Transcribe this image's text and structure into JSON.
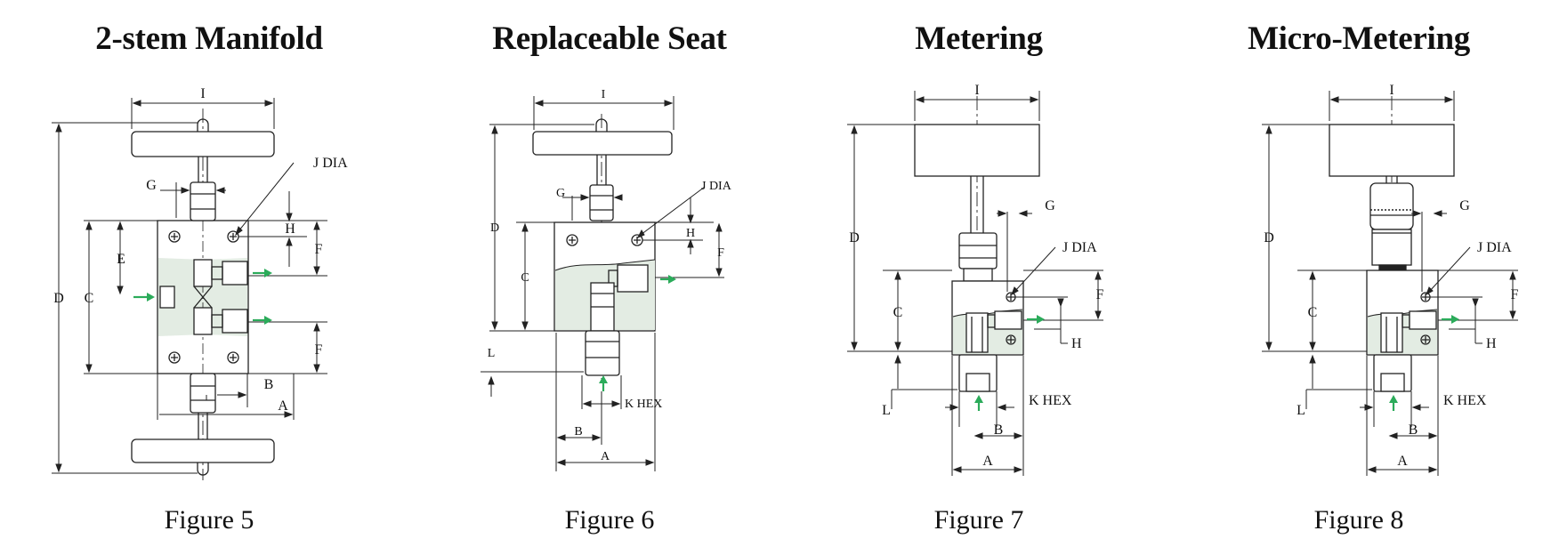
{
  "colors": {
    "line": "#222222",
    "fill": "#e3ece3",
    "arrow": "#2bab5a",
    "background": "#ffffff"
  },
  "figures": [
    {
      "title": "2-stem Manifold",
      "caption": "Figure 5",
      "labels": {
        "I": "I",
        "G": "G",
        "J": "J DIA",
        "H": "H",
        "F_top": "F",
        "E": "E",
        "C": "C",
        "D": "D",
        "F_bottom": "F",
        "B": "B",
        "A": "A"
      }
    },
    {
      "title": "Replaceable Seat",
      "caption": "Figure 6",
      "labels": {
        "I": "I",
        "G": "G",
        "J": "J DIA",
        "D": "D",
        "H": "H",
        "F": "F",
        "C": "C",
        "L": "L",
        "K": "K HEX",
        "B": "B",
        "A": "A"
      }
    },
    {
      "title": "Metering",
      "caption": "Figure 7",
      "labels": {
        "I": "I",
        "G": "G",
        "D": "D",
        "J": "J DIA",
        "F": "F",
        "C": "C",
        "H": "H",
        "L": "L",
        "K": "K HEX",
        "B": "B",
        "A": "A"
      }
    },
    {
      "title": "Micro-Metering",
      "caption": "Figure 8",
      "labels": {
        "I": "I",
        "G": "G",
        "D": "D",
        "J": "J DIA",
        "F": "F",
        "C": "C",
        "H": "H",
        "L": "L",
        "K": "K HEX",
        "B": "B",
        "A": "A"
      }
    }
  ]
}
